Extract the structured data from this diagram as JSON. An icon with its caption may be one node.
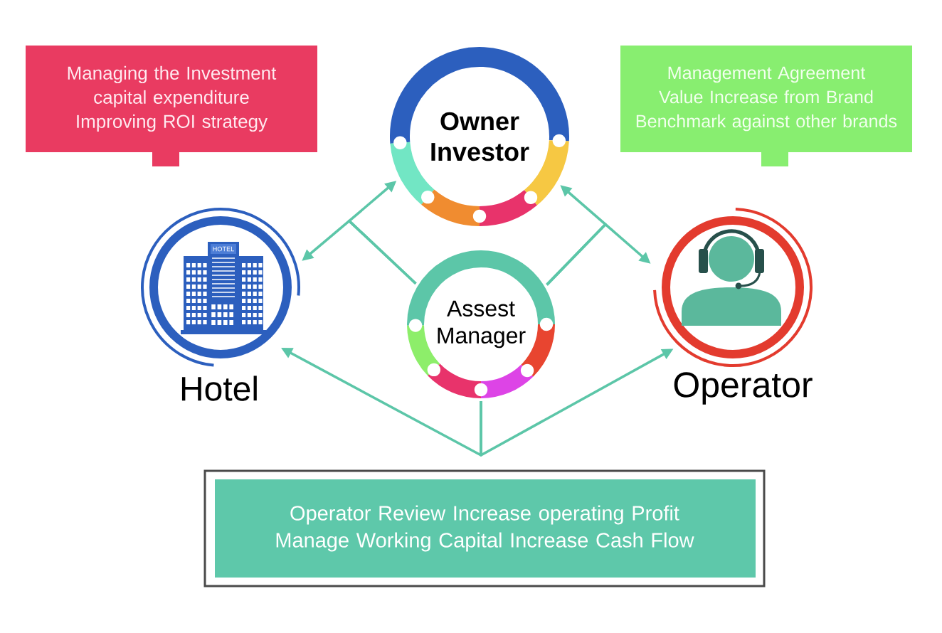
{
  "diagram": {
    "nodes": [
      {
        "text": [
          "Managing the Investment capital expenditure",
          "Improving ROI strategy"
        ]
      },
      {
        "text": [
          "Owner Investor"
        ]
      },
      {
        "text": [
          "Management Agreement",
          "Value Increase from Brand",
          "Benchmark against other brands"
        ]
      },
      {
        "text": [
          "Hotel"
        ]
      },
      {
        "text": [
          "Assest Manager"
        ]
      },
      {
        "text": [
          "Operator"
        ]
      },
      {
        "text": [
          "Operator Review Increase operating Profit Manage Working Capital Increase Cash Flow"
        ]
      }
    ],
    "edges": [
      {
        "from": 4,
        "to": 3,
        "arrow": "to"
      },
      {
        "from": 4,
        "to": 1,
        "arrow": "to"
      },
      {
        "from": 4,
        "to": 1,
        "arrow": "to"
      },
      {
        "from": 4,
        "to": 5,
        "arrow": "to"
      },
      {
        "from": 4,
        "to": 3,
        "arrow": "to"
      },
      {
        "from": 4,
        "to": 5,
        "arrow": "to"
      }
    ],
    "labels": [
      "HOTEL"
    ]
  }
}
